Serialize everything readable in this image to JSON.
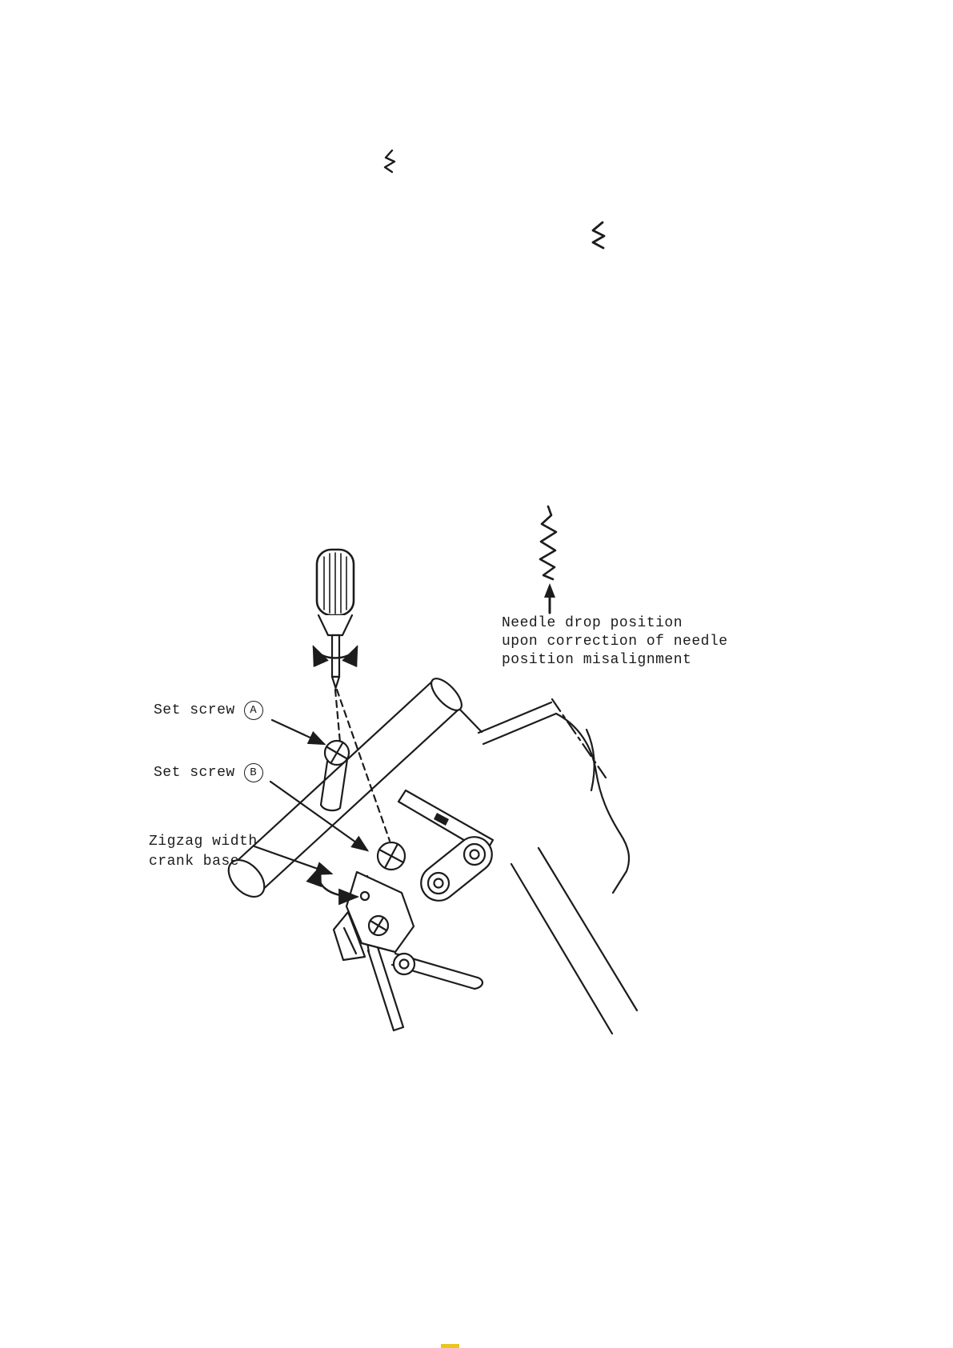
{
  "page": {
    "background": "#ffffff",
    "ink": "#1c1c1c",
    "artifact_color": "#e8c61c"
  },
  "figure": {
    "needle_drop_caption": {
      "line1": "Needle drop position",
      "line2": "upon correction of needle",
      "line3": "position misalignment"
    },
    "labels": {
      "set_screw_a": {
        "text": "Set screw",
        "badge": "A"
      },
      "set_screw_b": {
        "text": "Set screw",
        "badge": "B"
      },
      "crank_base": {
        "line1": "Zigzag width",
        "line2": "crank base"
      }
    },
    "icons": {
      "screwdriver": "screwdriver-icon",
      "rotation_arrow": "curved-rotation-arrow-icon",
      "needle_drop_arrow": "up-arrow-icon",
      "zigzag_pattern": "zigzag-stitch-pattern-icon",
      "swing_arrow": "curved-double-arrow-icon",
      "zigzag_mark_1": "small-zigzag-stitch-mark-icon",
      "zigzag_mark_2": "small-zigzag-stitch-mark-icon"
    }
  }
}
